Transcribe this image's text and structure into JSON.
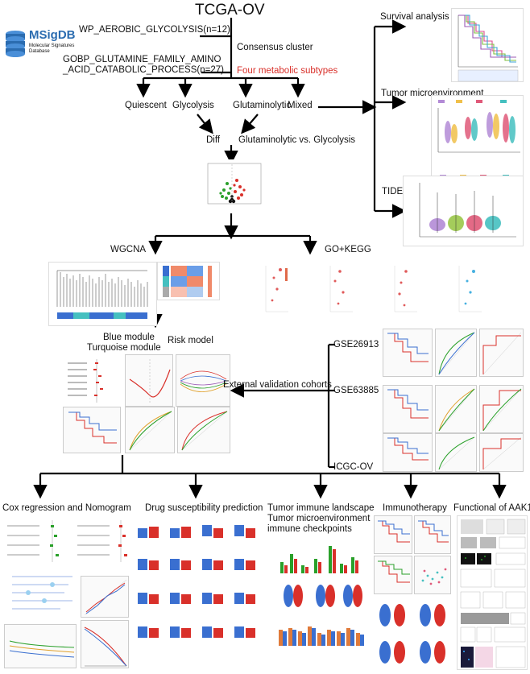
{
  "title": "TCGA-OV",
  "db_logo": {
    "name": "MSigDB",
    "subtitle": "Molecular Signatures Database"
  },
  "gene_sets": [
    "WP_AEROBIC_GLYCOLYSIS(n=12)",
    "GOBP_GLUTAMINE_FAMILY_AMINO",
    "_ACID_CATABOLIC_PROCESS(n=27)"
  ],
  "consensus_cluster": "Consensus cluster",
  "four_subtypes": "Four metabolic subtypes",
  "subtypes": [
    "Quiescent",
    "Glycolysis",
    "Glutaminolytic",
    "Mixed"
  ],
  "diff": "Diff",
  "diff_compare": "Glutaminolytic vs. Glycolysis",
  "right_sections": [
    "Survival analysis",
    "Tumor microenvironment",
    "TIDE"
  ],
  "wgcna": "WGCNA",
  "gokegg": "GO+KEGG",
  "modules": [
    "Blue module",
    "Turquoise module"
  ],
  "risk_model": "Risk model",
  "external_validation": "External validation cohorts",
  "cohorts": [
    "GSE26913",
    "GSE63885",
    "ICGC-OV"
  ],
  "bottom_sections": [
    "Cox regression and Nomogram",
    "Drug susceptibility prediction",
    "Tumor immune landscape",
    "Tumor microenvironment",
    "immune checkpoints",
    "Immunotherapy",
    "Functional of AAK1"
  ],
  "colors": {
    "highlight_red": "#d9302a",
    "arrow": "#000000",
    "logo_blue": "#2b6cb0"
  }
}
